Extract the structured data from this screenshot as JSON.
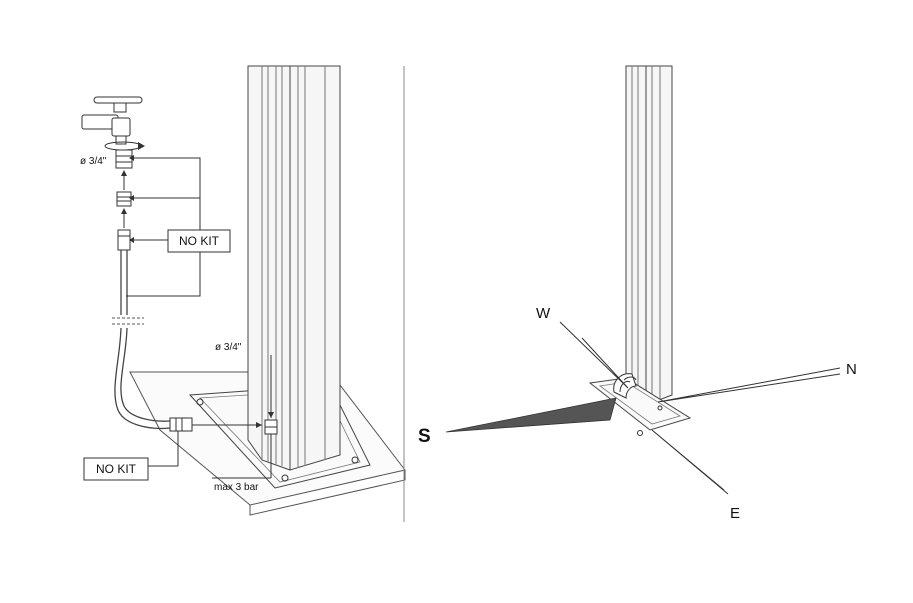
{
  "left_panel": {
    "diameter_top": "ø 3/4\"",
    "diameter_base": "ø 3/4\"",
    "no_kit_top": "NO KIT",
    "no_kit_bottom": "NO KIT",
    "pressure": "max 3 bar"
  },
  "right_panel": {
    "compass": {
      "west": "W",
      "north": "N",
      "south": "S",
      "east": "E"
    }
  },
  "colors": {
    "line": "#333333",
    "shadow_wedge": "#555555",
    "background": "#ffffff"
  }
}
